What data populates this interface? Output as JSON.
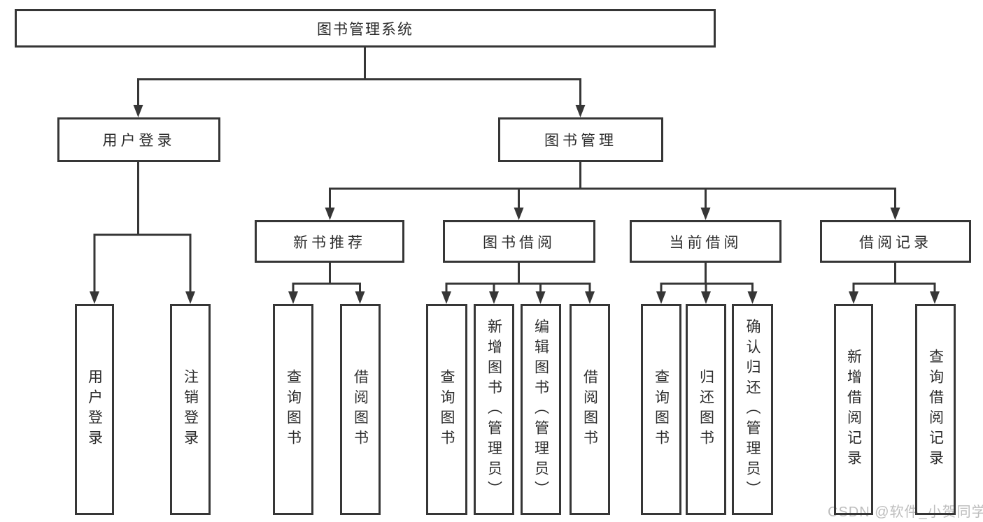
{
  "diagram": {
    "title": "图书管理系统",
    "level2": [
      {
        "label": "用户登录"
      },
      {
        "label": "图书管理"
      }
    ],
    "level3": [
      {
        "label": "新书推荐"
      },
      {
        "label": "图书借阅"
      },
      {
        "label": "当前借阅"
      },
      {
        "label": "借阅记录"
      }
    ],
    "leaves": {
      "user": [
        "用户登录",
        "注销登录"
      ],
      "recommend": [
        "查询图书",
        "借阅图书"
      ],
      "borrow": [
        "查询图书",
        "新增图书（管理员）",
        "编辑图书（管理员）",
        "借阅图书"
      ],
      "current": [
        "查询图书",
        "归还图书",
        "确认归还（管理员）"
      ],
      "records": [
        "新增借阅记录",
        "查询借阅记录"
      ]
    },
    "watermark": "CSDN @软件_小贺同学",
    "colors": {
      "line": "#363636",
      "border": "#363636",
      "text": "#2d2d2d",
      "watermark": "#bdbdbd",
      "background": "#ffffff"
    }
  }
}
